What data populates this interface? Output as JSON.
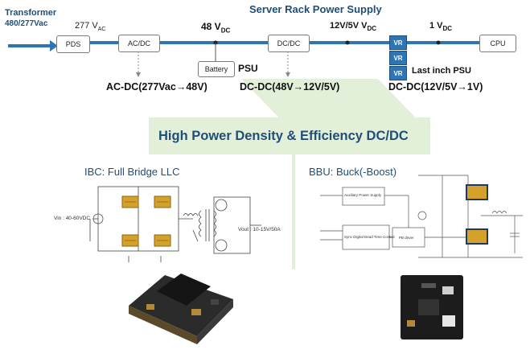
{
  "header": {
    "title": "Server Rack Power Supply",
    "transformer_label": "Transformer",
    "transformer_input": "480/277Vac",
    "v277_main": "277 V",
    "v277_sub": "AC",
    "v48_main": "48 V",
    "v48_sub": "DC",
    "v12_main": "12V/5V V",
    "v12_sub": "DC",
    "v1_main": "1 V",
    "v1_sub": "DC"
  },
  "blocks": {
    "pds": "PDS",
    "acdc": "AC/DC",
    "dcdc": "DC/DC",
    "cpu": "CPU",
    "battery": "Battery",
    "psu": "PSU",
    "vr": [
      "VR",
      "VR",
      "VR"
    ],
    "last_inch": "Last inch PSU"
  },
  "stages": {
    "acdc": "AC-DC(277Vac→48V)",
    "dcdc": "DC-DC(48V→12V/5V)",
    "vr": "DC-DC(12V/5V→1V)"
  },
  "focus": {
    "title": "High Power Density & Efficiency DC/DC"
  },
  "ibc": {
    "title": "IBC: Full Bridge LLC",
    "vin": "Vin : 40-60VDC",
    "vout": "Vout : 10-15V/50A"
  },
  "bbu": {
    "title": "BBU: Buck(-Boost)",
    "aux": "Auxiliary Power Supply",
    "control": "Sync Digital Dead Time Control",
    "driver": "PB driver"
  },
  "colors": {
    "bus": "#2e75b6",
    "title_text": "#1f4e79",
    "highlight": "#e2efd9"
  }
}
